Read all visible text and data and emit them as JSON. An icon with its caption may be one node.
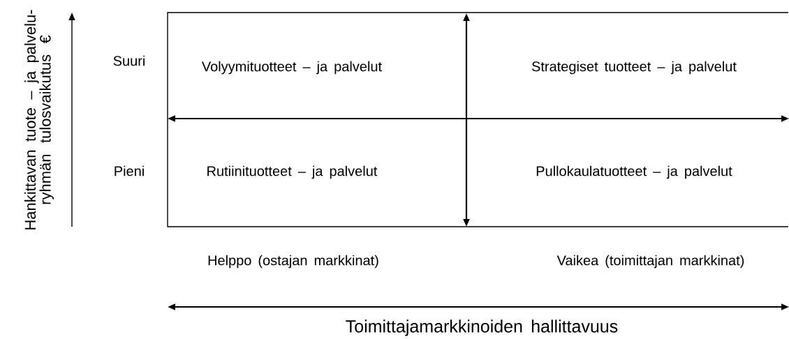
{
  "diagram": {
    "labels": [
      "Hankittavan tuote – ja palvelu- ryhmän tulosvaikutus €",
      "Suuri",
      "Volyymituotteet – ja palvelut",
      "Strategiset tuotteet – ja palvelut",
      "Pieni",
      "Rutiinituotteet – ja palvelut",
      "Pullokaulatuotteet – ja palvelut",
      "Helppo (ostajan markkinat)",
      "Vaikea (toimittajan markkinat)",
      "Toimittajamarkkinoiden hallittavuus"
    ]
  }
}
